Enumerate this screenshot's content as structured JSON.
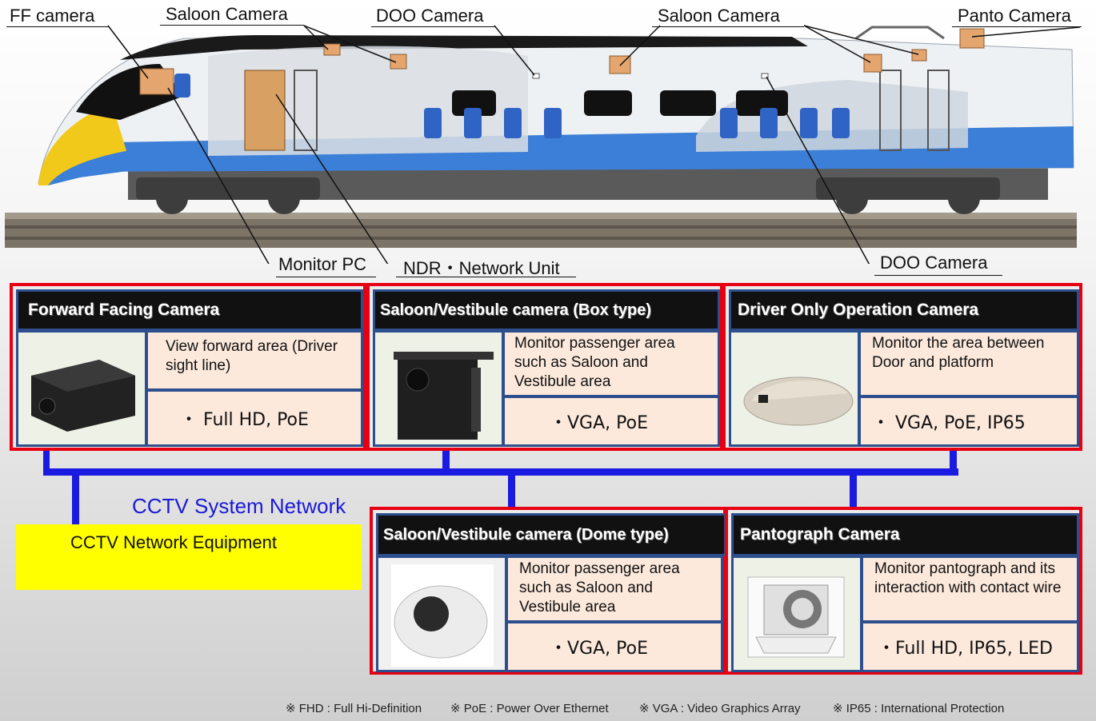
{
  "train_labels": {
    "ff_camera": "FF camera",
    "saloon_camera_left": "Saloon Camera",
    "doo_camera_top": "DOO Camera",
    "saloon_camera_right": "Saloon Camera",
    "panto_camera": "Panto Camera",
    "monitor_pc": "Monitor PC",
    "ndr_network_unit": "NDR・Network Unit",
    "doo_camera_bottom": "DOO Camera"
  },
  "cards": {
    "forward": {
      "title": "Forward Facing Camera",
      "description": "View forward area (Driver sight line)",
      "spec": "・ Full HD, PoE"
    },
    "box": {
      "title": "Saloon/Vestibule camera (Box type)",
      "description": "Monitor passenger area such as Saloon and Vestibule area",
      "spec": "・VGA, PoE"
    },
    "doo": {
      "title": "Driver Only Operation Camera",
      "description": "Monitor the area between Door and platform",
      "spec": "・ VGA, PoE, IP65"
    },
    "dome": {
      "title": "Saloon/Vestibule camera (Dome type)",
      "description": "Monitor passenger area such as Saloon and Vestibule area",
      "spec": "・VGA, PoE"
    },
    "panto": {
      "title": "Pantograph Camera",
      "description": "Monitor pantograph and its interaction with contact wire",
      "spec": "・Full HD, IP65, LED"
    }
  },
  "network": {
    "label": "CCTV System Network",
    "equipment": "CCTV Network Equipment"
  },
  "footnotes": [
    "※ FHD : Full Hi-Definition",
    "※ PoE : Power Over Ethernet",
    "※ VGA : Video Graphics Array",
    "※ IP65 : International Protection"
  ],
  "colors": {
    "card_border": "#e60012",
    "cell_border": "#2e4f8e",
    "network_line": "#1a1ae0",
    "equipment_fill": "#ffff00",
    "train_blue": "#3c7fd8"
  }
}
